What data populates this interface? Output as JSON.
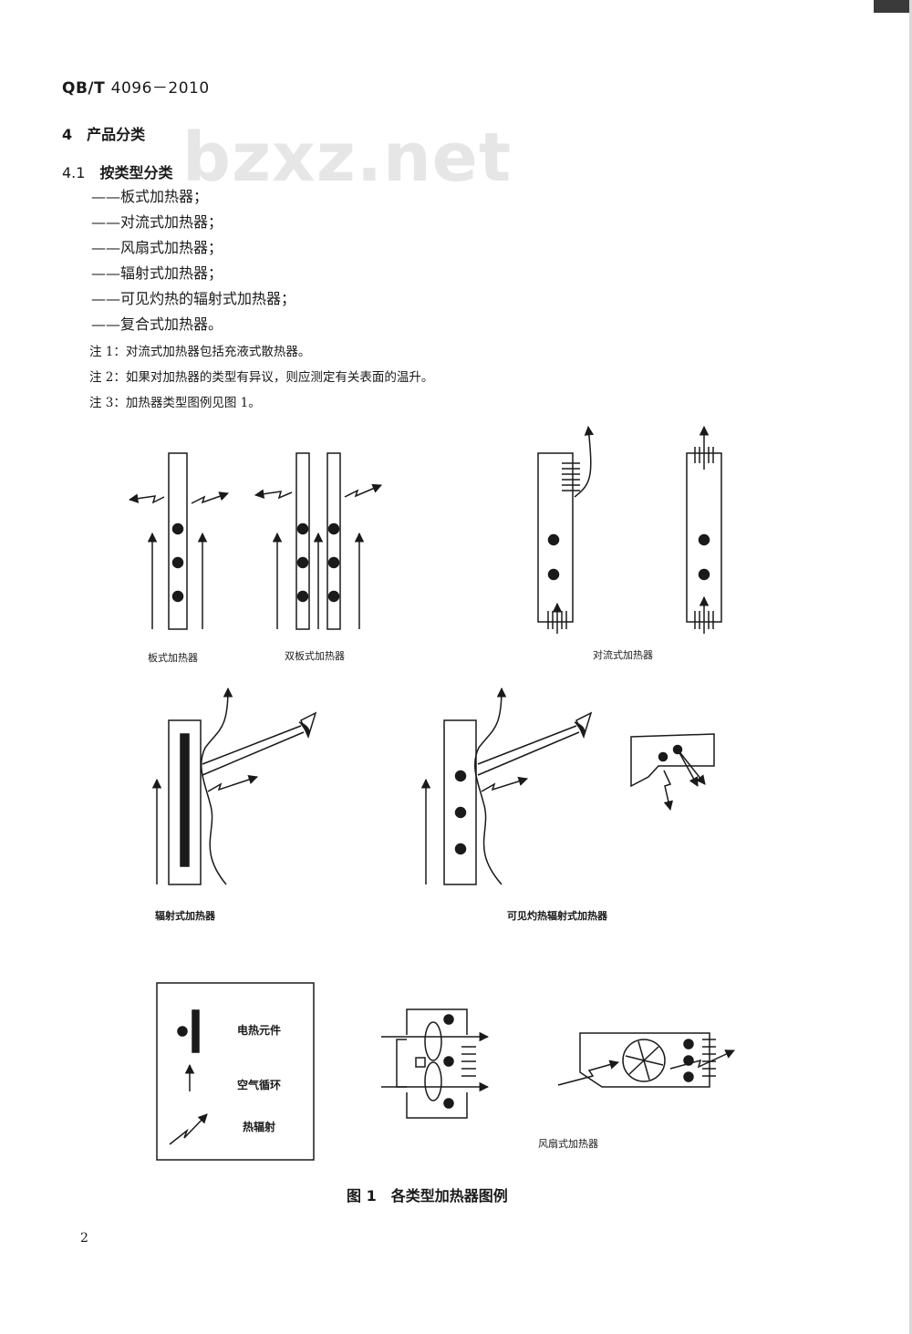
{
  "header": {
    "prefix": "QB/T",
    "number": "4096－2010"
  },
  "watermark": "bzxz.net",
  "section4": "4　产品分类",
  "section41": {
    "number": "4.1",
    "title": "按类型分类"
  },
  "types": [
    "——板式加热器；",
    "——对流式加热器；",
    "——风扇式加热器；",
    "——辐射式加热器；",
    "——可见灼热的辐射式加热器；",
    "——复合式加热器。"
  ],
  "notes": [
    "注 1：对流式加热器包括充液式散热器。",
    "注 2：如果对加热器的类型有异议，则应测定有关表面的温升。",
    "注 3：加热器类型图例见图 1。"
  ],
  "captions": {
    "panel": "板式加热器",
    "double_panel": "双板式加热器",
    "convector": "对流式加热器",
    "radiant": "辐射式加热器",
    "visible_glow": "可见灼热辐射式加热器",
    "fan": "风扇式加热器"
  },
  "legend": {
    "element": "电热元件",
    "air": "空气循环",
    "radiation": "热辐射"
  },
  "figure_title": "图 1　各类型加热器图例",
  "page_number": "2"
}
